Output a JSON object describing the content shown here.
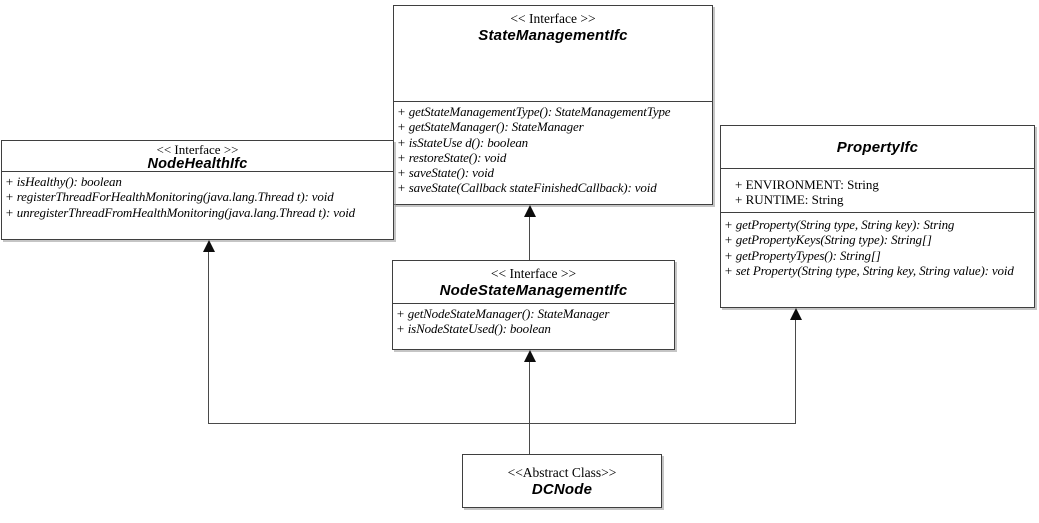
{
  "boxes": {
    "stateManagement": {
      "stereotype": "<< Interface >>",
      "name": "StateManagementIfc",
      "methods": [
        "+ getStateManagementType(): StateManagementType",
        "+ getStateManager(): StateManager",
        "+ isStateUse d(): boolean",
        "+ restoreState(): void",
        "+ saveState(): void",
        "+ saveState(Callback stateFinishedCallback): void"
      ]
    },
    "nodeHealth": {
      "stereotype": "<< Interface >>",
      "name": "NodeHealthIfc",
      "methods": [
        "+ isHealthy(): boolean",
        "+ registerThreadForHealthMonitoring(java.lang.Thread t): void",
        "+ unregisterThreadFromHealthMonitoring(java.lang.Thread t): void"
      ]
    },
    "property": {
      "name": "PropertyIfc",
      "attributes": [
        "+ ENVIRONMENT: String",
        "+ RUNTIME: String"
      ],
      "methods": [
        "+ getProperty(String type, String key): String",
        "+ getPropertyKeys(String type): String[]",
        "+ getPropertyTypes(): String[]",
        "+ set Property(String type, String key, String value): void"
      ]
    },
    "nodeStateManagement": {
      "stereotype": "<< Interface >>",
      "name": "NodeStateManagementIfc",
      "methods": [
        "+ getNodeStateManager(): StateManager",
        "+ isNodeStateUsed(): boolean"
      ]
    },
    "dcNode": {
      "stereotype": "<<Abstract Class>>",
      "name": "DCNode"
    }
  },
  "relations": [
    {
      "from": "NodeStateManagementIfc",
      "to": "StateManagementIfc",
      "type": "generalization"
    },
    {
      "from": "DCNode",
      "to": "NodeStateManagementIfc",
      "type": "realization"
    },
    {
      "from": "DCNode",
      "to": "NodeHealthIfc",
      "type": "realization"
    },
    {
      "from": "DCNode",
      "to": "PropertyIfc",
      "type": "realization"
    }
  ],
  "colors": {
    "background": "#ffffff",
    "box_border": "#3f3f3f",
    "connector_line": "#4a4a4a",
    "arrowhead": "#0d0d0d",
    "text": "#000000"
  }
}
